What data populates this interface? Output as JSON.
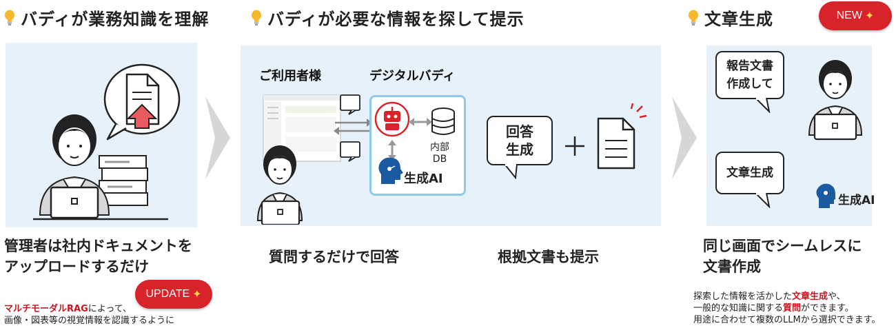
{
  "section1": {
    "title": "バディが業務知識を理解",
    "caption_line1": "管理者は社内ドキュメントを",
    "caption_line2": "アップロードするだけ",
    "badge": "UPDATE",
    "note_highlight": "マルチモーダルRAG",
    "note_rest": "によって、",
    "note_line2": "画像・図表等の視覚情報を認識するように"
  },
  "section2": {
    "title": "バディが必要な情報を探して提示",
    "user_label": "ご利用者様",
    "buddy_label": "デジタルバディ",
    "db_label_1": "内部",
    "db_label_2": "DB",
    "ai_label": "生成AI",
    "answer_bubble_1": "回答",
    "answer_bubble_2": "生成",
    "caption_left": "質問するだけで回答",
    "caption_right": "根拠文書も提示"
  },
  "section3": {
    "title": "文章生成",
    "badge": "NEW",
    "bubble1_line1": "報告文書",
    "bubble1_line2": "作成して",
    "bubble2": "文章生成",
    "ai_label": "生成AI",
    "caption_line1": "同じ画面でシームレスに",
    "caption_line2": "文書作成",
    "note1_pre": "探索した情報を活かした",
    "note1_hl": "文章生成",
    "note1_post": "や、",
    "note2_pre": "一般的な知識に関する",
    "note2_hl": "質問",
    "note2_post": "ができます。",
    "note3": "用途に合わせて複数のLLMから選択できます。"
  },
  "colors": {
    "panel": "#e6f1fa",
    "badge_red": "#d8232a",
    "highlight_red": "#c8141e",
    "chevron": "#d7d7d7",
    "bulb": "#f5b82e"
  }
}
